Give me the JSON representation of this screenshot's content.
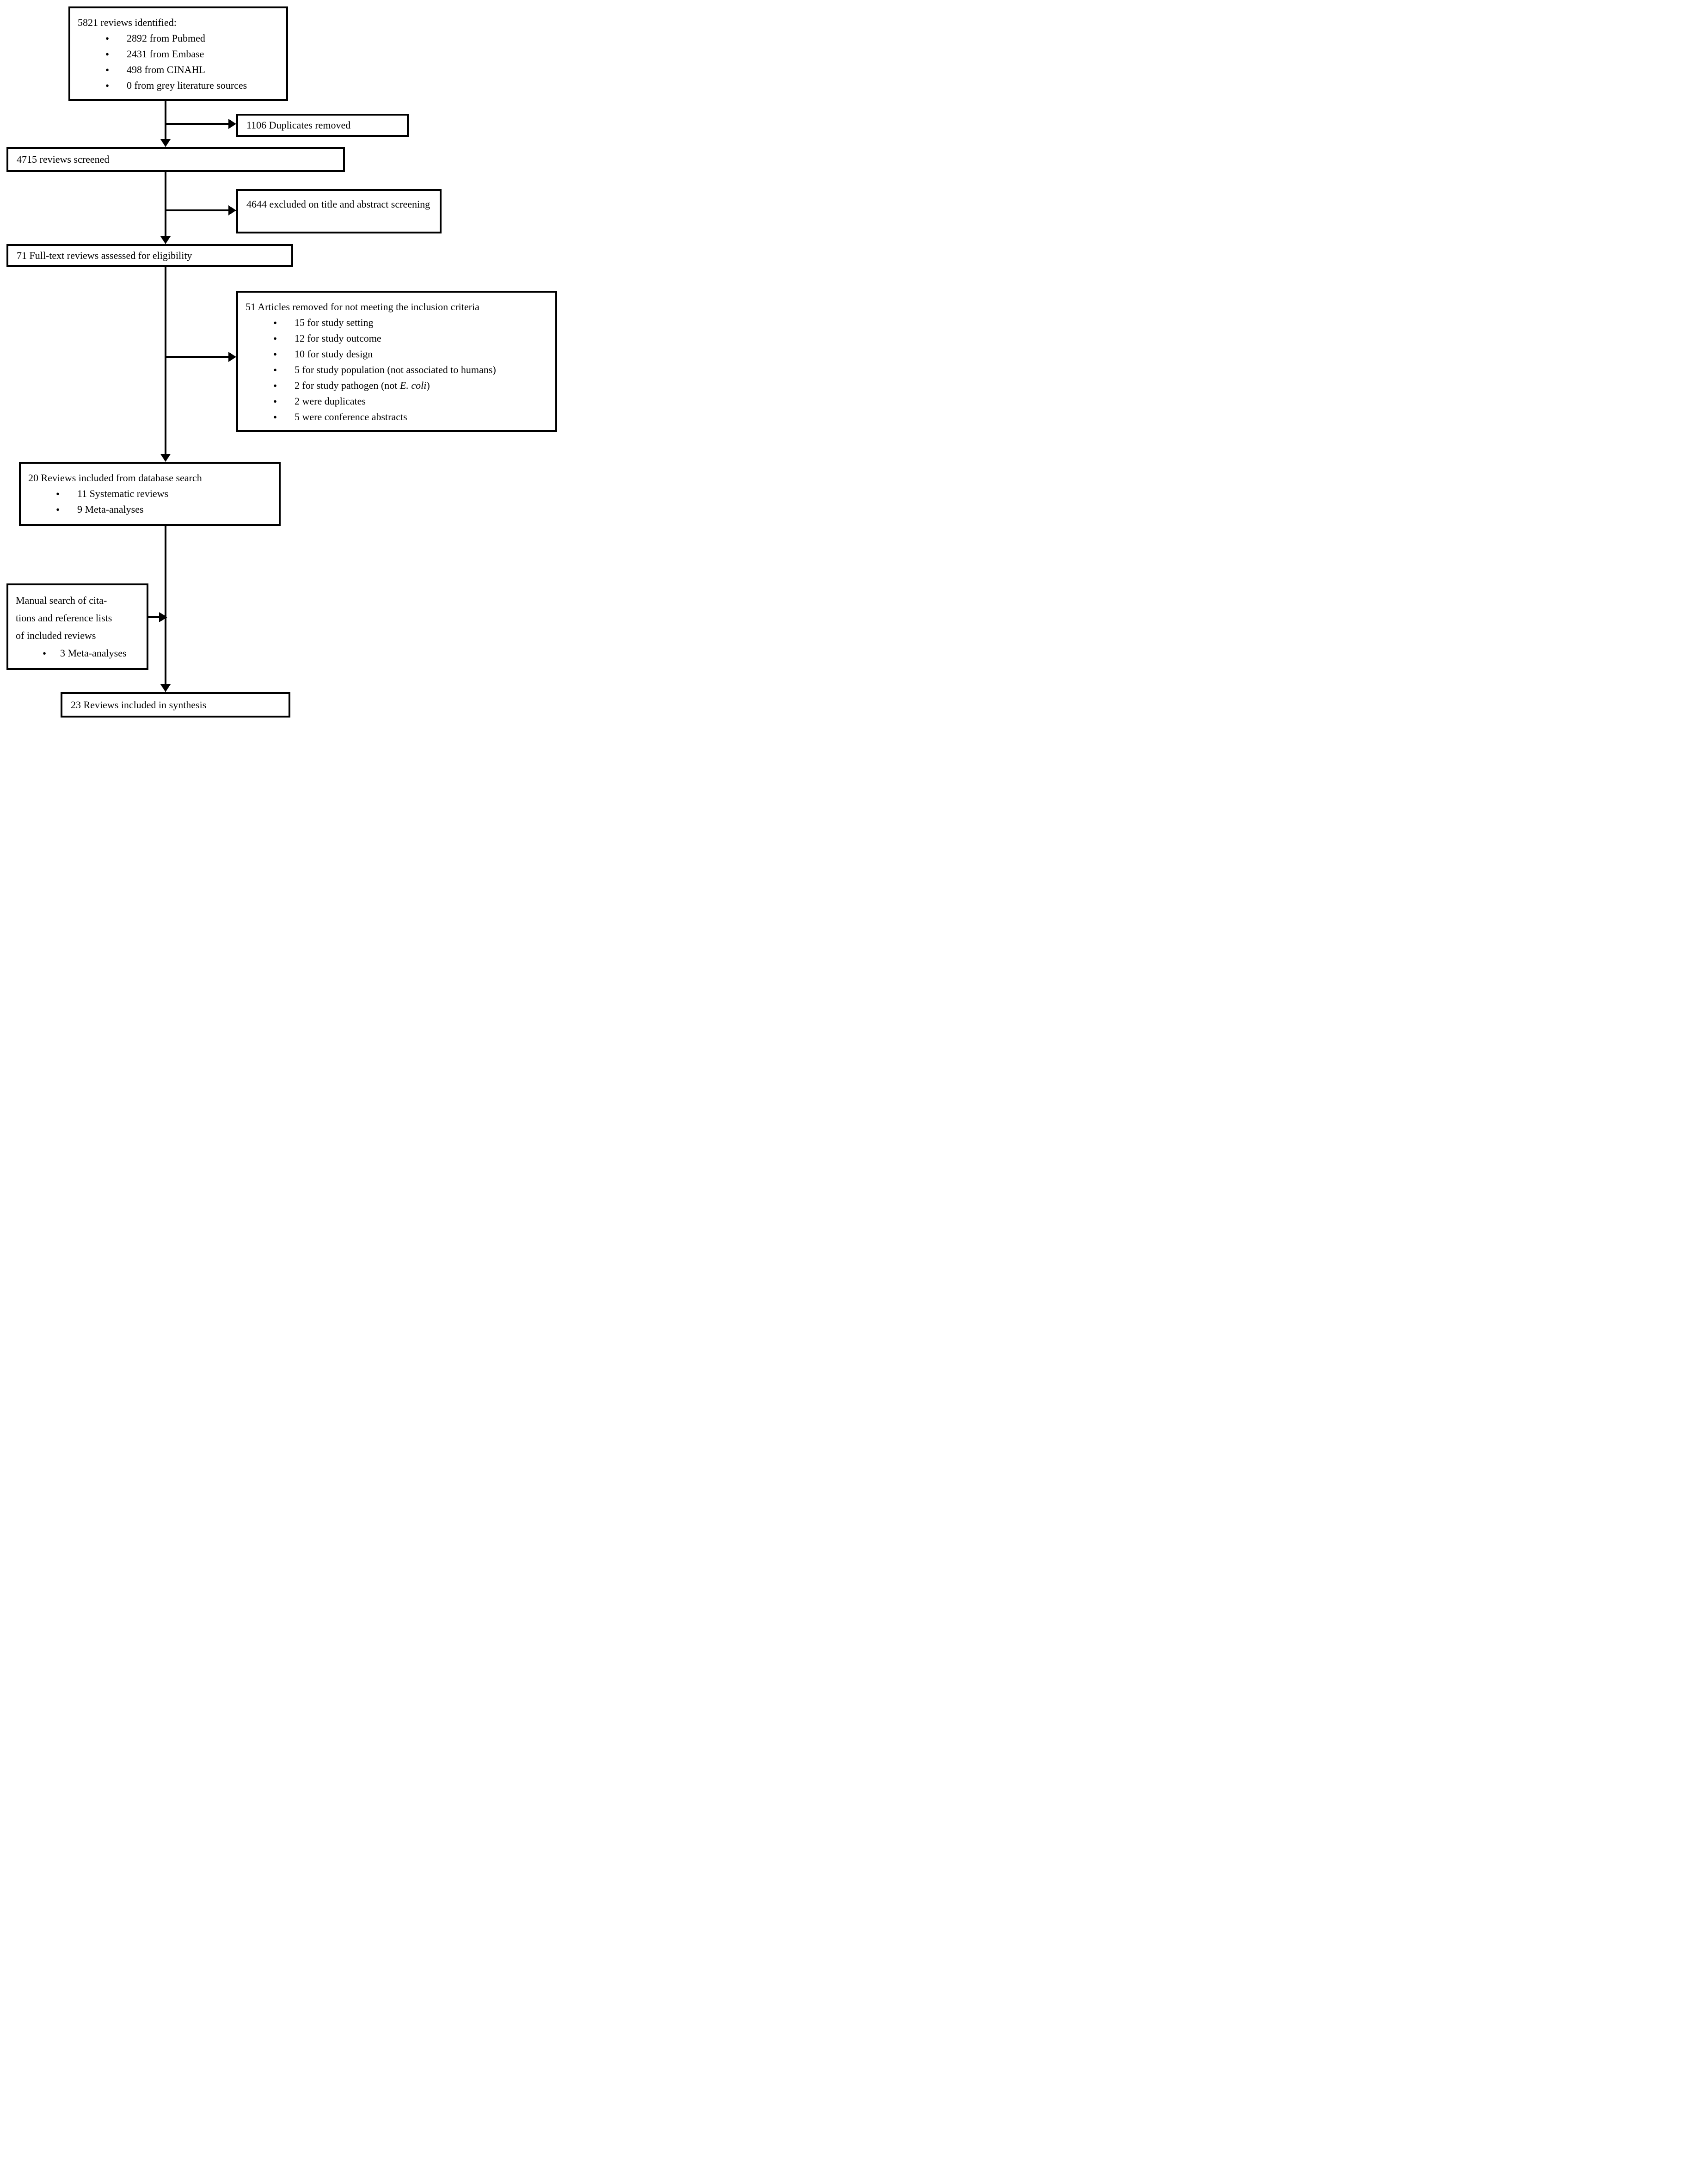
{
  "colors": {
    "ink": "#000000",
    "background": "#ffffff"
  },
  "boxes": {
    "identified": {
      "title": "5821 reviews identified:",
      "bullets": [
        "2892 from Pubmed",
        "2431 from Embase",
        "498 from CINAHL",
        "0 from grey literature sources"
      ]
    },
    "duplicates": {
      "text": "1106 Duplicates removed"
    },
    "screened": {
      "text": "4715 reviews screened"
    },
    "excluded": {
      "text": "4644 excluded on title and abstract screening"
    },
    "fulltext": {
      "text": "71 Full-text reviews assessed for eligibility"
    },
    "removed": {
      "title": "51 Articles removed for not meeting the inclusion criteria",
      "bullets": [
        "15 for study setting",
        "12 for study outcome",
        "10 for study design",
        "5 for study population (not associated to humans)",
        {
          "pre": "2 for study pathogen (not ",
          "italic": "E. coli",
          "post": ")"
        },
        "2 were duplicates",
        "5 were conference abstracts"
      ]
    },
    "included_db": {
      "title": "20 Reviews included from database search",
      "bullets": [
        "11 Systematic reviews",
        "9 Meta-analyses"
      ]
    },
    "manual": {
      "lines": [
        "Manual search of cita-",
        "tions and reference lists",
        "of included reviews"
      ],
      "bullets": [
        "3 Meta-analyses"
      ]
    },
    "synthesis": {
      "text": "23 Reviews included in synthesis"
    }
  }
}
